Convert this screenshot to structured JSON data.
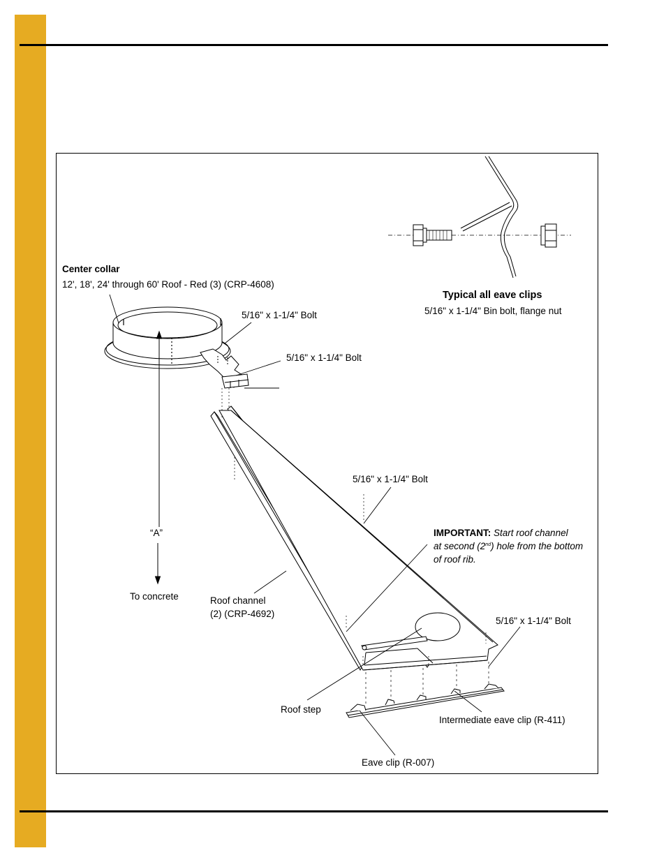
{
  "colors": {
    "sidebar": "#e6ab22",
    "line": "#000000",
    "fill": "#ffffff"
  },
  "labels": {
    "center_collar_title": "Center collar",
    "center_collar_desc": "12', 18', 24' through 60' Roof - Red (3) (CRP-4608)",
    "bolt_collar": "5/16\" x 1-1/4\" Bolt",
    "bolt_rib_top": "5/16\" x 1-1/4\" Bolt",
    "bolt_channel": "5/16\" x 1-1/4\" Bolt",
    "bolt_eave": "5/16\" x 1-1/4\" Bolt",
    "eave_clips_title": "Typical all eave clips",
    "eave_clips_desc": "5/16\" x 1-1/4\" Bin bolt, flange nut",
    "dimension_a": "“A”",
    "to_concrete": "To concrete",
    "important_label": "IMPORTANT:",
    "important_line1": "Start roof channel",
    "important_line2a": "at second (2",
    "important_sup": "nd",
    "important_line2b": ") hole from the bottom",
    "important_line3": "of roof rib.",
    "roof_channel_name": "Roof channel",
    "roof_channel_part": "(2) (CRP-4692)",
    "roof_step": "Roof step",
    "intermediate_eave_clip": "Intermediate eave clip (R-411)",
    "eave_clip": "Eave clip (R-007)"
  }
}
